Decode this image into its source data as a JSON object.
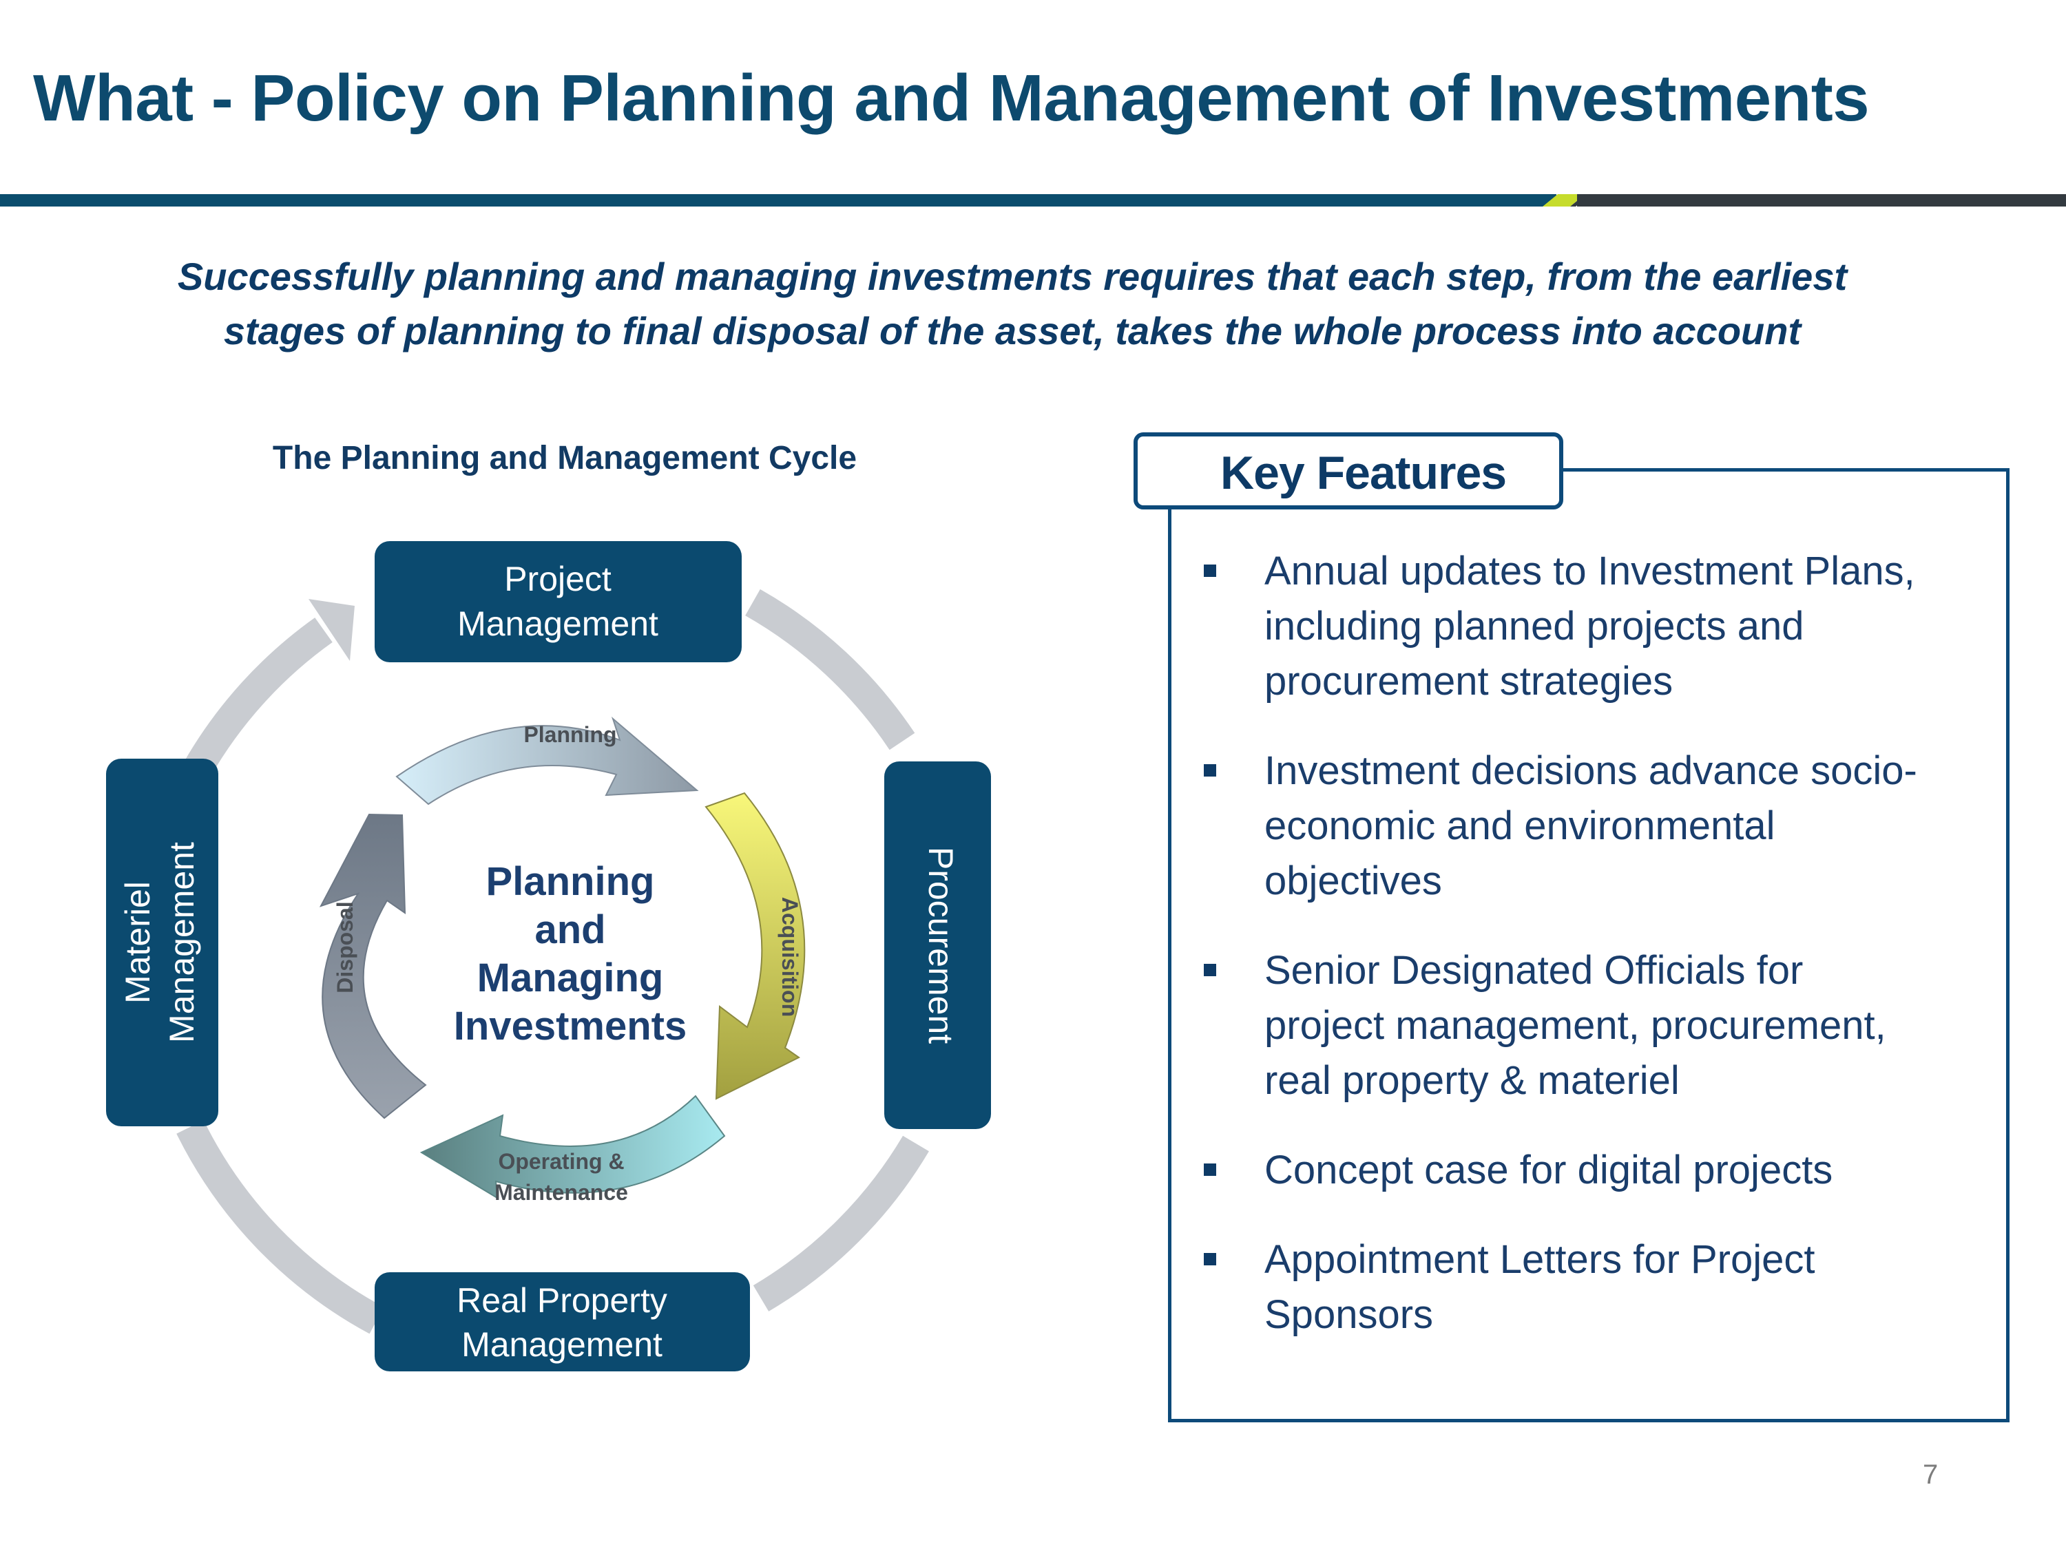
{
  "slide": {
    "title": "What - Policy on Planning and Management of Investments",
    "subtitle_lines": [
      "Successfully planning and managing investments requires that each step, from the earliest",
      "stages of planning to final disposal of the asset, takes the whole process into account"
    ],
    "page_number": "7"
  },
  "cycle": {
    "title": "The Planning and Management Cycle",
    "outer_boxes": {
      "top": [
        "Project",
        "Management"
      ],
      "right": "Procurement",
      "bottom": [
        "Real Property",
        "Management"
      ],
      "left": [
        "Materiel",
        "Management"
      ]
    },
    "inner_arrows": {
      "planning": "Planning",
      "acquisition": "Acquisition",
      "operating": [
        "Operating &",
        "Maintenance"
      ],
      "disposal": "Disposal"
    },
    "center": [
      "Planning",
      "and",
      "Managing",
      "Investments"
    ]
  },
  "key_features": {
    "heading": "Key Features",
    "items": [
      [
        "Annual updates to Investment Plans,",
        "including planned projects and",
        "procurement strategies"
      ],
      [
        "Investment decisions advance socio-",
        "economic and environmental",
        "objectives"
      ],
      [
        "Senior Designated Officials for",
        "project management, procurement,",
        "real property & materiel"
      ],
      [
        "Concept case for digital projects"
      ],
      [
        "Appointment Letters for Project",
        "Sponsors"
      ]
    ]
  },
  "colors": {
    "title": "#0d4a6e",
    "box_fill": "#0b4a6f",
    "ring": "#c9ccd1",
    "accent_green": "#c6dc2c",
    "rule_dark": "#333a40"
  }
}
